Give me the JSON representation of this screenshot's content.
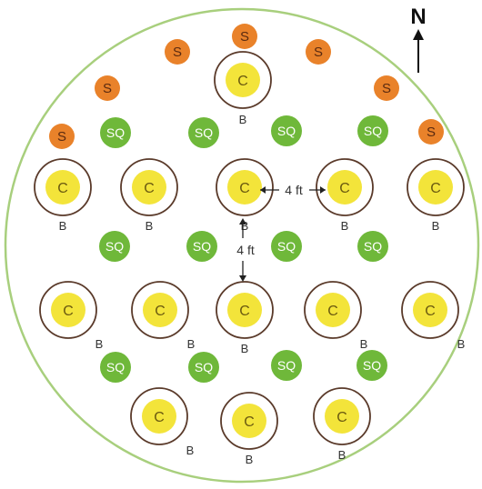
{
  "north": {
    "label": "N",
    "icon": "north-arrow-icon"
  },
  "colors": {
    "boundary": "#a8cf7d",
    "corn": "#f3e43a",
    "corn_text": "#6b5a10",
    "bean_ring": "#5a3a2a",
    "squash": "#6fb83a",
    "squash_text": "#ffffff",
    "sunflower": "#e9822a",
    "sunflower_text": "#5a2a10",
    "text": "#333333"
  },
  "labels": {
    "corn": "C",
    "bean": "B",
    "squash": "SQ",
    "sunflower": "S"
  },
  "spacing": {
    "horizontal": "4 ft",
    "vertical": "4 ft"
  }
}
